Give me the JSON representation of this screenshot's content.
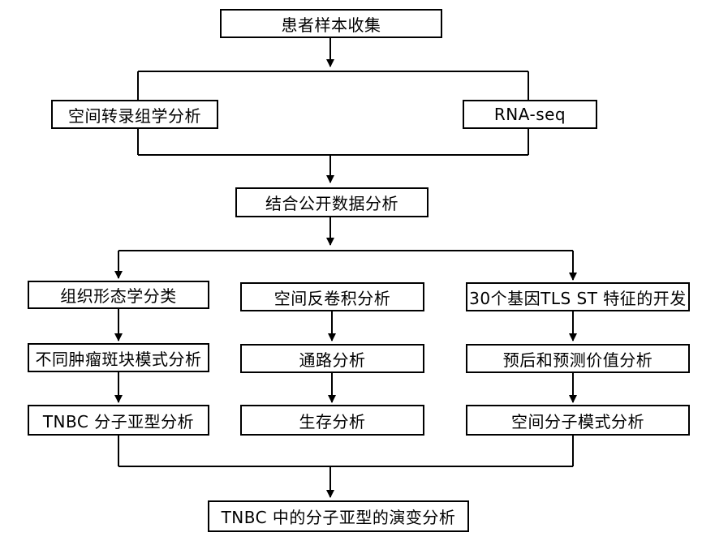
{
  "diagram": {
    "nodes": {
      "collect": "患者样本收集",
      "spatial_transcriptomics": "空间转录组学分析",
      "rna_seq": "RNA-seq",
      "public_data": "结合公开数据分析",
      "histology": "组织形态学分类",
      "deconvolution": "空间反卷积分析",
      "tls_signature": "30个基因TLS ST 特征的开发",
      "patch_patterns": "不同肿瘤斑块模式分析",
      "pathway": "通路分析",
      "prognosis": "预后和预测价值分析",
      "subtype": "TNBC 分子亚型分析",
      "survival": "生存分析",
      "spatial_subtype": "空间分子模式分析",
      "evolution": "TNBC 中的分子亚型的演变分析"
    }
  }
}
